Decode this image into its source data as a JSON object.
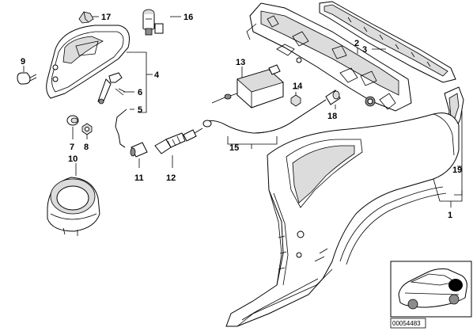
{
  "callouts": [
    {
      "id": "c1",
      "label": "1"
    },
    {
      "id": "c2",
      "label": "2"
    },
    {
      "id": "c3",
      "label": "3"
    },
    {
      "id": "c4",
      "label": "4"
    },
    {
      "id": "c5",
      "label": "5"
    },
    {
      "id": "c6",
      "label": "6"
    },
    {
      "id": "c7",
      "label": "7"
    },
    {
      "id": "c8",
      "label": "8"
    },
    {
      "id": "c9",
      "label": "9"
    },
    {
      "id": "c10",
      "label": "10"
    },
    {
      "id": "c11",
      "label": "11"
    },
    {
      "id": "c12",
      "label": "12"
    },
    {
      "id": "c13",
      "label": "13"
    },
    {
      "id": "c14",
      "label": "14"
    },
    {
      "id": "c15",
      "label": "15"
    },
    {
      "id": "c16",
      "label": "16"
    },
    {
      "id": "c17",
      "label": "17"
    },
    {
      "id": "c18",
      "label": "18"
    },
    {
      "id": "c19",
      "label": "19"
    }
  ],
  "reference_number": "00054483"
}
